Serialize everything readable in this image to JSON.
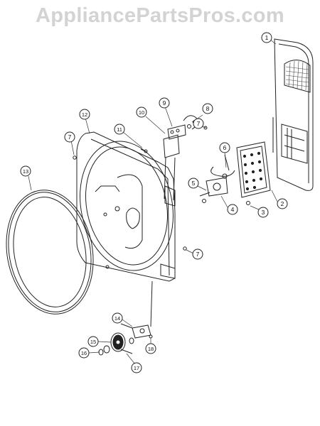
{
  "watermark": "AppliancePartsPros.com",
  "callouts": [
    {
      "label": "1"
    },
    {
      "label": "2"
    },
    {
      "label": "3"
    },
    {
      "label": "4"
    },
    {
      "label": "5"
    },
    {
      "label": "6"
    },
    {
      "label": "7"
    },
    {
      "label": "7"
    },
    {
      "label": "7"
    },
    {
      "label": "8"
    },
    {
      "label": "9"
    },
    {
      "label": "10"
    },
    {
      "label": "11"
    },
    {
      "label": "12"
    },
    {
      "label": "13"
    },
    {
      "label": "14"
    },
    {
      "label": "15"
    },
    {
      "label": "16"
    },
    {
      "label": "17"
    },
    {
      "label": "18"
    }
  ]
}
